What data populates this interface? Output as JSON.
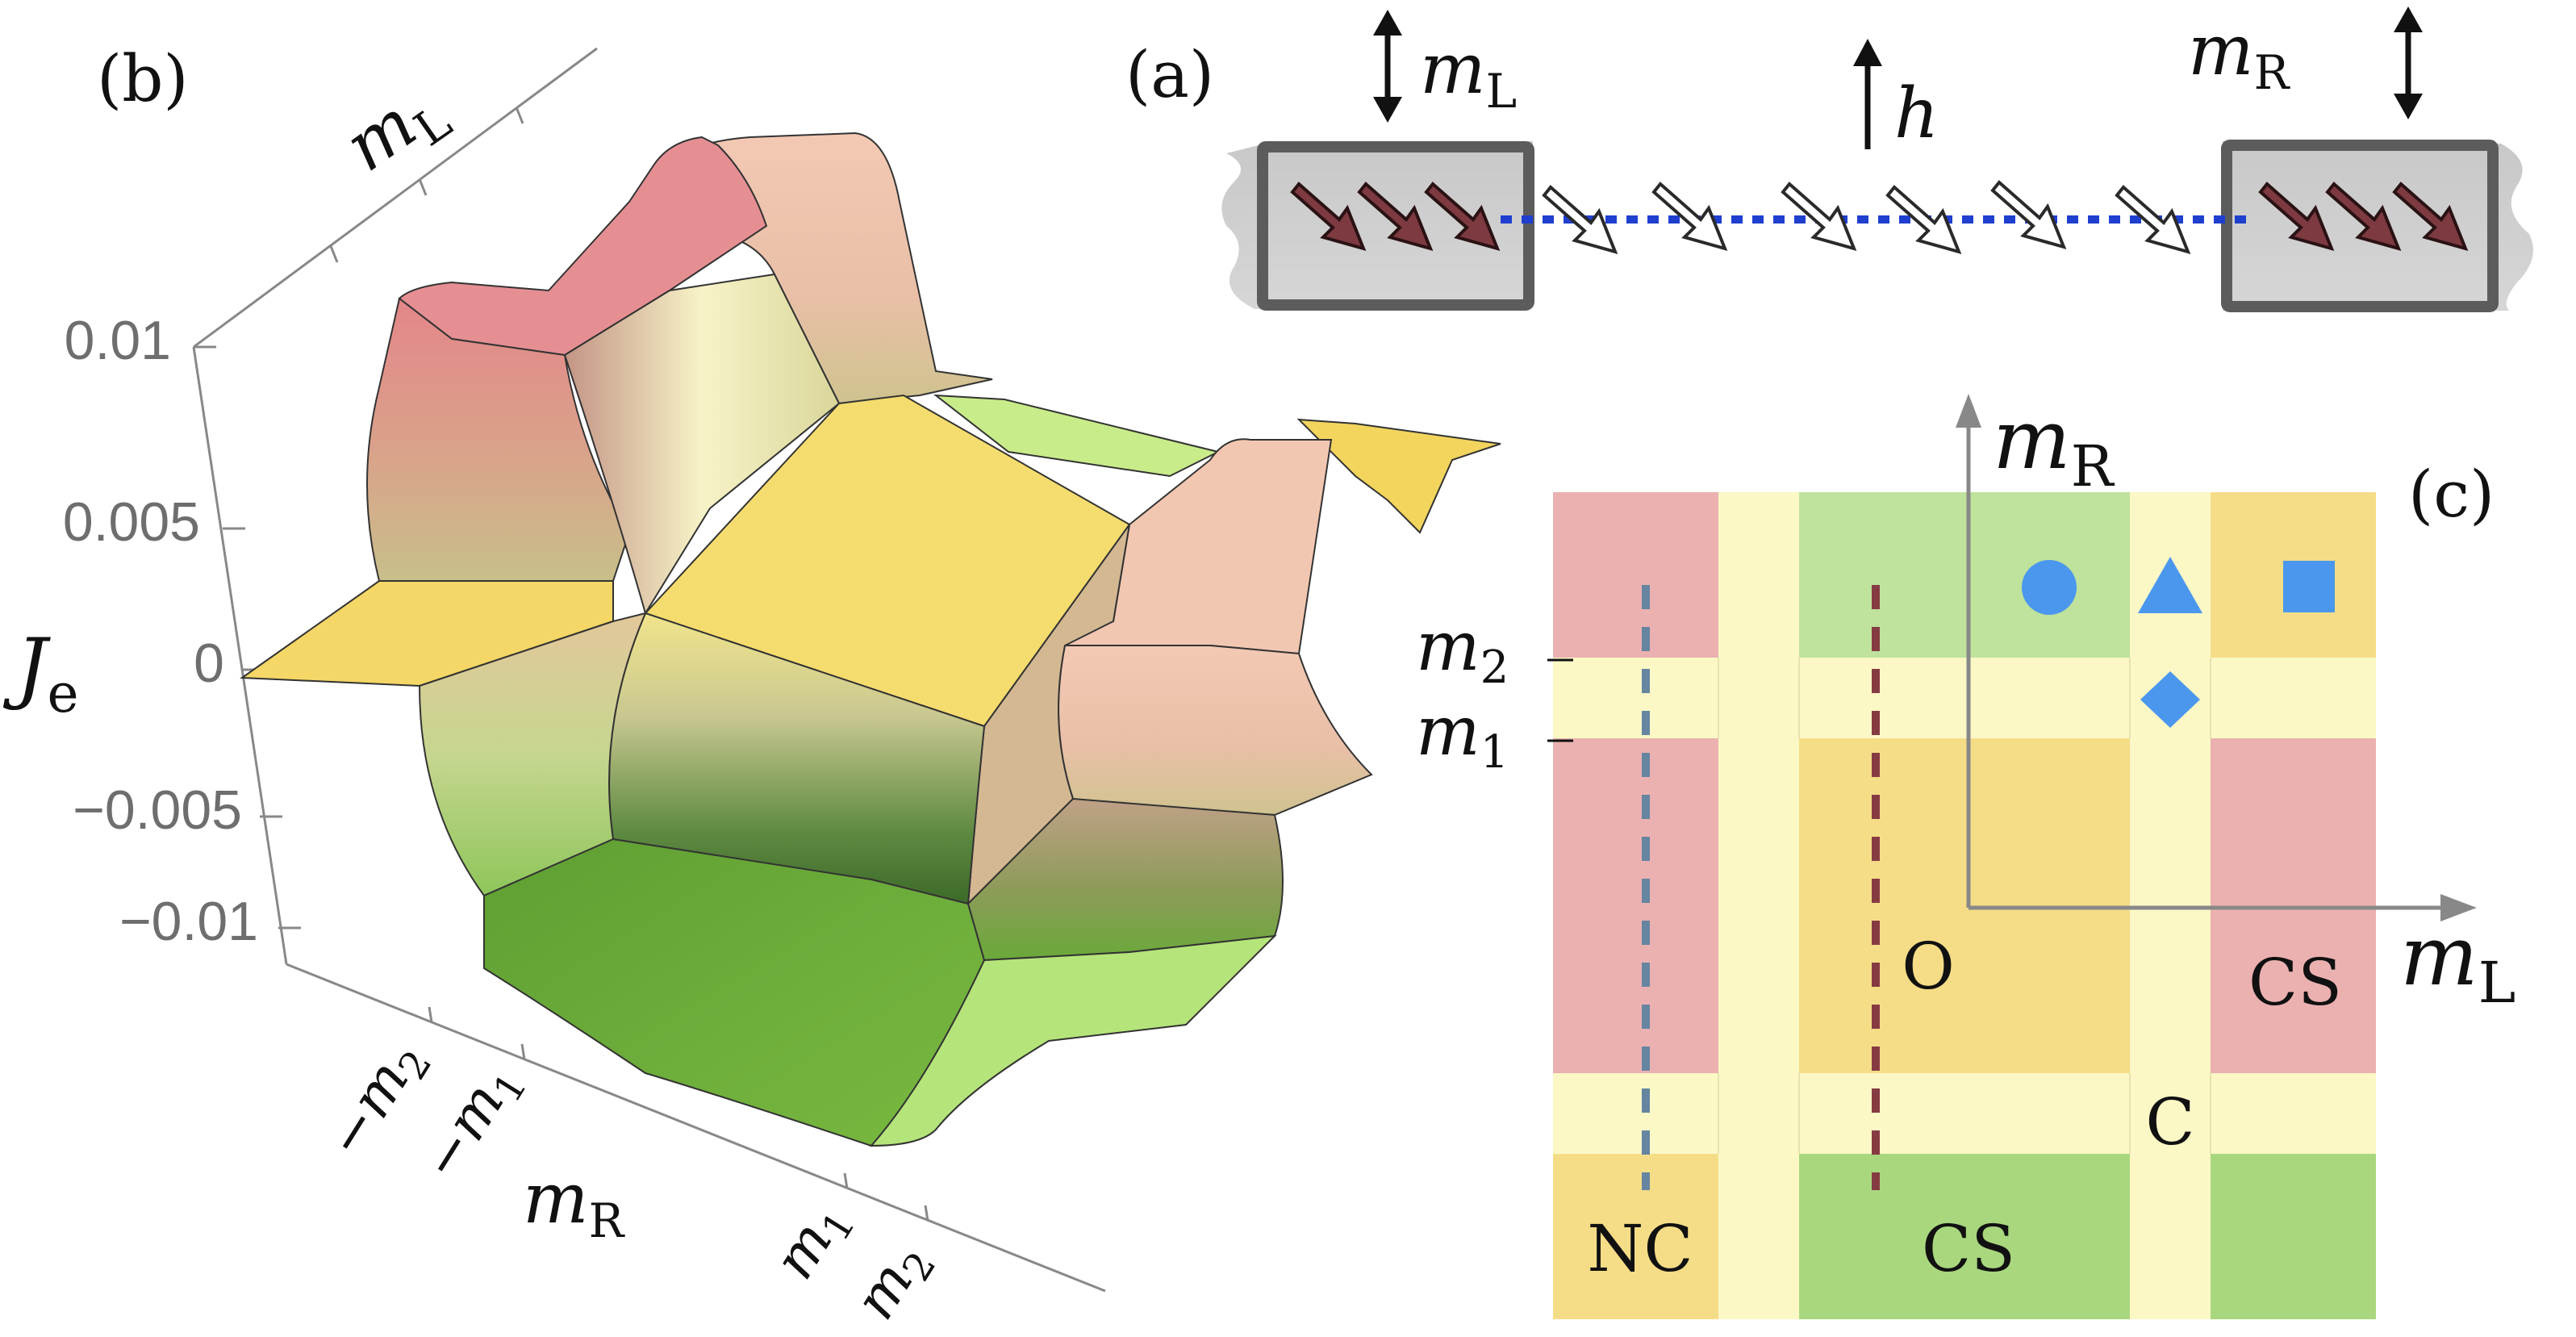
{
  "panel_labels": {
    "a": "(a)",
    "b": "(b)",
    "c": "(c)"
  },
  "panel_a": {
    "mL_symbol": "m",
    "mL_sub": "L",
    "mR_symbol": "m",
    "mR_sub": "R",
    "h_symbol": "h"
  },
  "panel_b": {
    "y_axis_symbol": "Ĵ",
    "y_axis_text": "J",
    "y_axis_sub": "e",
    "z_ticks": [
      "0.01",
      "0.005",
      "0",
      "−0.005",
      "−0.01"
    ],
    "mL_axis_symbol": "m",
    "mL_axis_sub": "L",
    "mR_axis_symbol": "m",
    "mR_axis_sub": "R",
    "mR_ticks": [
      {
        "sym": "−m",
        "sub": "2"
      },
      {
        "sym": "−m",
        "sub": "1"
      },
      {
        "sym": "m",
        "sub": "1"
      },
      {
        "sym": "m",
        "sub": "2"
      }
    ],
    "colors": {
      "red": "#e08a8e",
      "peach": "#f1c2ae",
      "yellow": "#f5dc6e",
      "green": "#6fb23c",
      "light_green": "#c9ec8a",
      "dark_green": "#3e6d2a"
    }
  },
  "panel_c": {
    "mR_axis_symbol": "m",
    "mR_axis_sub": "R",
    "mL_axis_symbol": "m",
    "mL_axis_sub": "L",
    "m2_symbol": "m",
    "m2_sub": "2",
    "m1_symbol": "m",
    "m1_sub": "1",
    "region_labels": {
      "NC": "NC",
      "CS_bottom": "CS",
      "O": "O",
      "CS_right": "CS",
      "C": "C"
    },
    "colors": {
      "red": "#ebb1b0",
      "pale_yellow": "#fbf8c6",
      "green": "#bfe29c",
      "orange": "#f5dd87",
      "dark_green": "#a9d77e",
      "marker_blue": "#4b97ee",
      "dashed_blue": "#6585a0",
      "dashed_maroon": "#863b43"
    }
  }
}
